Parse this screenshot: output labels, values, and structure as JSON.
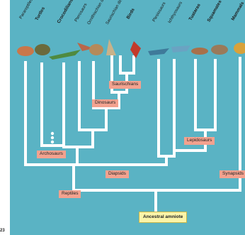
{
  "taxa": [
    {
      "label": "Parareptiles",
      "bold": false
    },
    {
      "label": "Turtles",
      "bold": true
    },
    {
      "label": "Crocodilians",
      "bold": true
    },
    {
      "label": "Pterosaurs",
      "bold": false
    },
    {
      "label": "Ornithischian dinosaurs",
      "bold": false
    },
    {
      "label": "Saurischian dinosaurs other than birds",
      "bold": false
    },
    {
      "label": "Birds",
      "bold": true
    },
    {
      "label": "Plesiosaurs",
      "bold": false
    },
    {
      "label": "Ichthyosaurs",
      "bold": false
    },
    {
      "label": "Tuataras",
      "bold": true
    },
    {
      "label": "Squamates",
      "bold": true
    },
    {
      "label": "Mammals",
      "bold": true
    }
  ],
  "clades": {
    "saurischians": "Saurischians",
    "dinosaurs": "Dinosaurs",
    "archosaurs": "Archosaurs",
    "lepidosaurs": "Lepidosaurs",
    "diapsids": "Diapsids",
    "synapsids": "Synapsids",
    "reptiles": "Reptiles"
  },
  "root_label": "Ancestral amniote",
  "figure_number": "23",
  "colors": {
    "background": "#5ab3c4",
    "branch": "#ffffff",
    "clade_label": "#f3a28f",
    "root_label": "#fbf4a8"
  }
}
